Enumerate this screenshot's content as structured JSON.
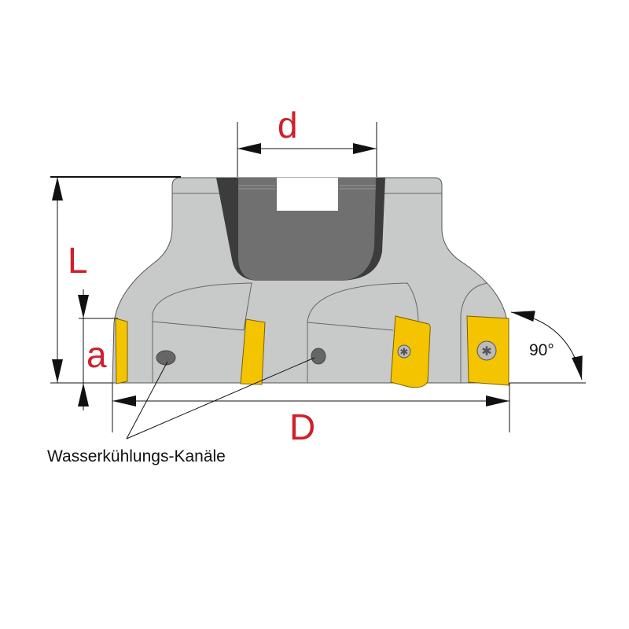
{
  "dimensions": {
    "d": "d",
    "L": "L",
    "a": "a",
    "D": "D",
    "angle": "90°"
  },
  "annotation": "Wasserkühlungs-Kanäle",
  "colors": {
    "body": "#c8c9c9",
    "bore": "#707070",
    "bore_edge": "#3c3c3c",
    "insert": "#f5c400",
    "dimension_text": "#d0202a"
  }
}
